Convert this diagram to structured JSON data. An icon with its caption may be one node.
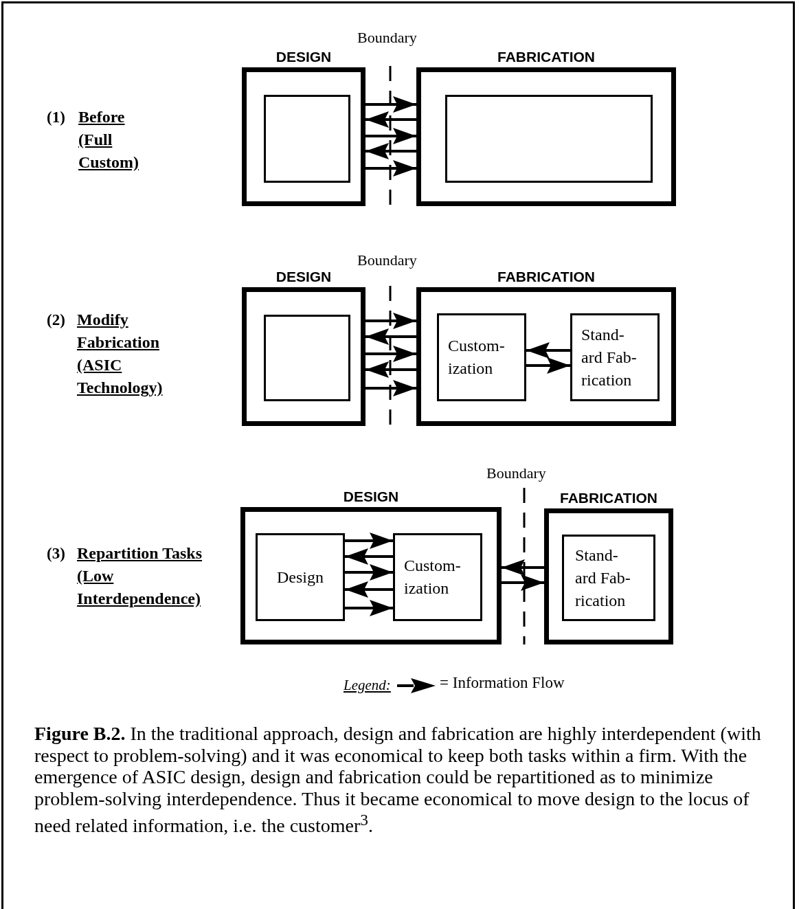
{
  "diagram": {
    "caption": "**Figure B.2.** In the traditional approach, design and fabrication are highly interdependent (with respect to problem-solving) and it was economical to keep both tasks within a firm.  With the emergence of ASIC design, design and fabrication could be repartitioned as to minimize problem-solving interdependence.  Thus it became economical to move design to the locus of need related information, i.e. the customer$^{3}$.",
    "nodes": [
      {
        "text": [
          "DESIGN"
        ]
      },
      {
        "text": [],
        "shape": "box",
        "in": 0
      },
      {
        "text": [
          "FABRICATION"
        ]
      },
      {
        "text": [],
        "shape": "box",
        "in": 2
      },
      {
        "text": [
          "DESIGN"
        ]
      },
      {
        "text": [],
        "shape": "box",
        "in": 4
      },
      {
        "text": [
          "FABRICATION"
        ]
      },
      {
        "text": [
          "Custom- ization"
        ],
        "in": 6
      },
      {
        "text": [
          "Stand- ard Fab- rication"
        ],
        "in": 6
      },
      {
        "text": [
          "DESIGN"
        ]
      },
      {
        "text": [
          "Design"
        ],
        "in": 9
      },
      {
        "text": [
          "Custom- ization"
        ],
        "in": 9
      },
      {
        "text": [
          "FABRICATION"
        ]
      },
      {
        "text": [
          "Stand- ard Fab- rication"
        ],
        "in": 12
      }
    ],
    "edges": [
      {
        "from": 0,
        "to": 2,
        "arrow": "to"
      },
      {
        "from": 2,
        "to": 0,
        "arrow": "to"
      },
      {
        "from": 0,
        "to": 2,
        "arrow": "to"
      },
      {
        "from": 2,
        "to": 0,
        "arrow": "to"
      },
      {
        "from": 0,
        "to": 2,
        "arrow": "to"
      },
      {
        "from": 4,
        "to": 6,
        "arrow": "to"
      },
      {
        "from": 6,
        "to": 4,
        "arrow": "to"
      },
      {
        "from": 4,
        "to": 6,
        "arrow": "to"
      },
      {
        "from": 6,
        "to": 4,
        "arrow": "to"
      },
      {
        "from": 4,
        "to": 6,
        "arrow": "to"
      },
      {
        "from": 8,
        "to": 7,
        "arrow": "to"
      },
      {
        "from": 7,
        "to": 8,
        "arrow": "to"
      },
      {
        "from": 10,
        "to": 11,
        "arrow": "to"
      },
      {
        "from": 11,
        "to": 10,
        "arrow": "to"
      },
      {
        "from": 10,
        "to": 11,
        "arrow": "to"
      },
      {
        "from": 11,
        "to": 10,
        "arrow": "to"
      },
      {
        "from": 10,
        "to": 11,
        "arrow": "to"
      },
      {
        "from": 12,
        "to": 9,
        "arrow": "to"
      },
      {
        "from": 9,
        "to": 12,
        "arrow": "to"
      }
    ],
    "labels": [
      "Boundary",
      "(1)",
      "Before (Full Custom)",
      "Boundary",
      "(2)",
      "Modify Fabrication (ASIC Technology)",
      "Boundary",
      "(3)",
      "Repartition Tasks (Low Interdependence)",
      "Legend:"
    ],
    "legend": [
      {
        "text": "= Information Flow"
      }
    ]
  }
}
